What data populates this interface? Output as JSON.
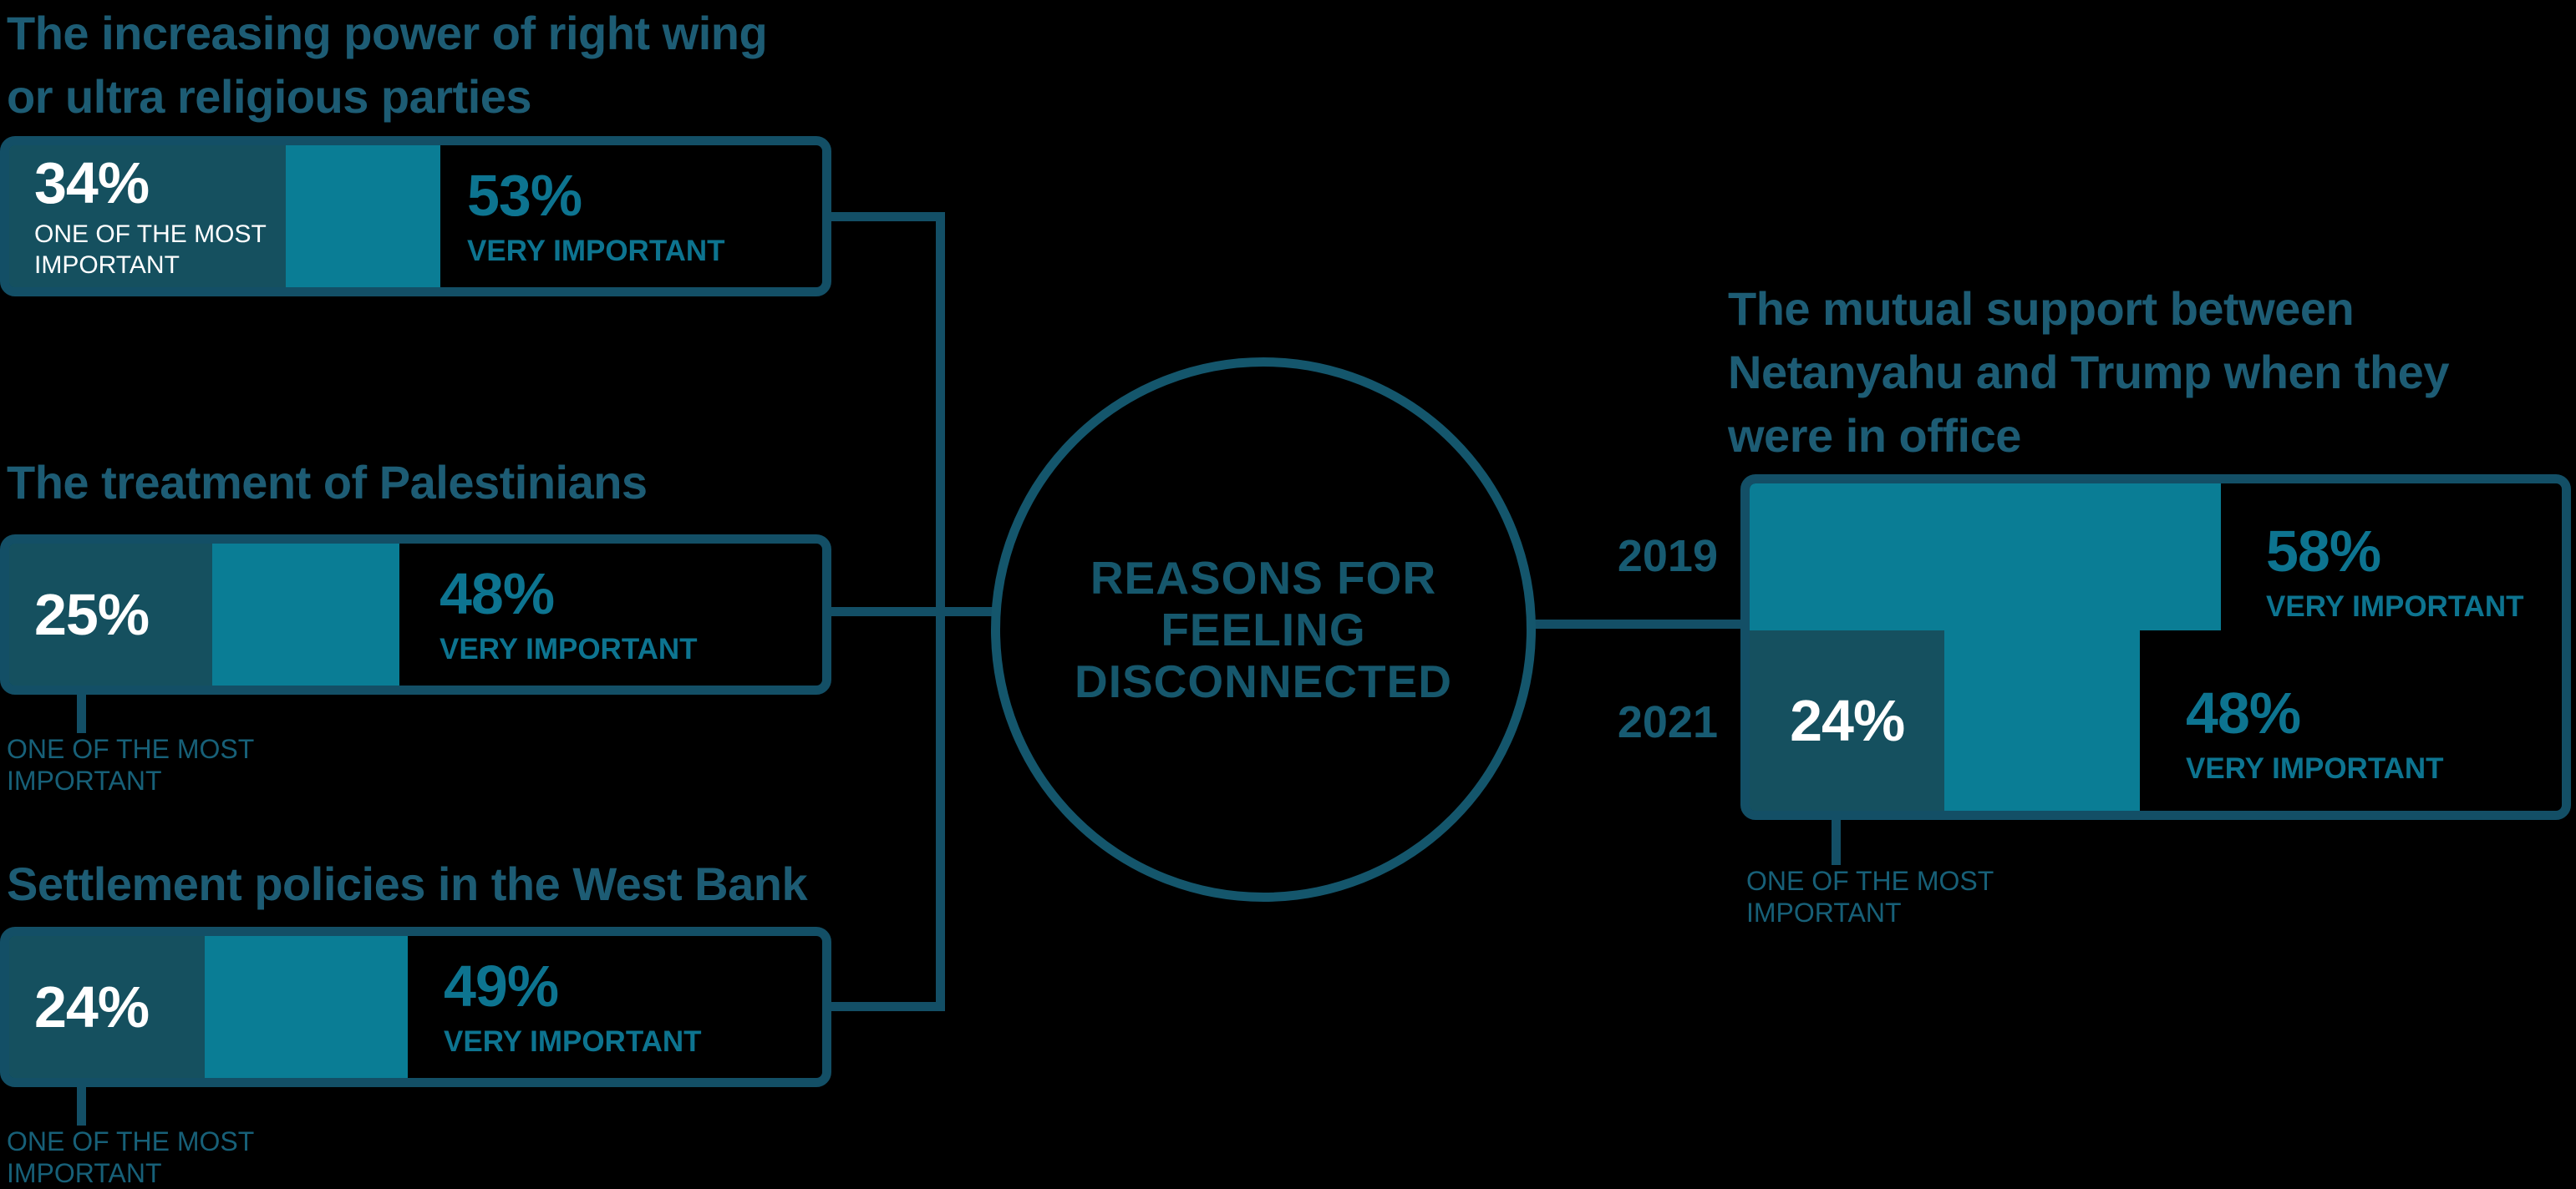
{
  "colors": {
    "background": "#000000",
    "teal_bright": "#0A7D95",
    "teal_dark_fill": "#15505F",
    "border_line": "#134F66",
    "title_text": "#1D5C74",
    "value_text": "#0D7490",
    "caption_text": "#176078",
    "year_text": "#175B72",
    "white": "#FFFFFF"
  },
  "center": {
    "label": "REASONS FOR\nFEELING\nDISCONNECTED"
  },
  "sections": {
    "left": [
      {
        "title": "The increasing power of right wing\nor ultra religious parties",
        "most": {
          "value": "34%",
          "label": "ONE OF THE MOST\nIMPORTANT"
        },
        "very": {
          "value": "53%",
          "label": "VERY IMPORTANT"
        }
      },
      {
        "title": "The treatment of Palestinians",
        "most": {
          "value": "25%",
          "label": "ONE OF THE MOST\nIMPORTANT"
        },
        "very": {
          "value": "48%",
          "label": "VERY IMPORTANT"
        }
      },
      {
        "title": "Settlement policies in the West Bank",
        "most": {
          "value": "24%",
          "label": "ONE OF THE MOST\nIMPORTANT"
        },
        "very": {
          "value": "49%",
          "label": "VERY IMPORTANT"
        }
      }
    ],
    "right": {
      "title": "The mutual support between\nNetanyahu and Trump when they\nwere in office",
      "most_label": "ONE OF THE MOST\nIMPORTANT",
      "rows": [
        {
          "year": "2019",
          "very": {
            "value": "58%",
            "label": "VERY IMPORTANT"
          }
        },
        {
          "year": "2021",
          "most": {
            "value": "24%"
          },
          "very": {
            "value": "48%",
            "label": "VERY IMPORTANT"
          }
        }
      ]
    }
  },
  "chart_data": {
    "type": "bar",
    "title": "REASONS FOR FEELING DISCONNECTED",
    "unit": "percent",
    "series_labels": [
      "ONE OF THE MOST IMPORTANT",
      "VERY IMPORTANT"
    ],
    "layout_hints": {
      "background": "black",
      "style": "infographic hub-and-spoke, horizontal proportional bars",
      "axis": "none",
      "range": [
        0,
        100
      ]
    },
    "groups": [
      {
        "category": "The increasing power of right wing or ultra religious parties",
        "one_of_the_most_important": 34,
        "very_important": 53
      },
      {
        "category": "The treatment of Palestinians",
        "one_of_the_most_important": 25,
        "very_important": 48
      },
      {
        "category": "Settlement policies in the West Bank",
        "one_of_the_most_important": 24,
        "very_important": 49
      },
      {
        "category": "The mutual support between Netanyahu and Trump when they were in office (2019)",
        "very_important": 58
      },
      {
        "category": "The mutual support between Netanyahu and Trump when they were in office (2021)",
        "one_of_the_most_important": 24,
        "very_important": 48
      }
    ]
  }
}
